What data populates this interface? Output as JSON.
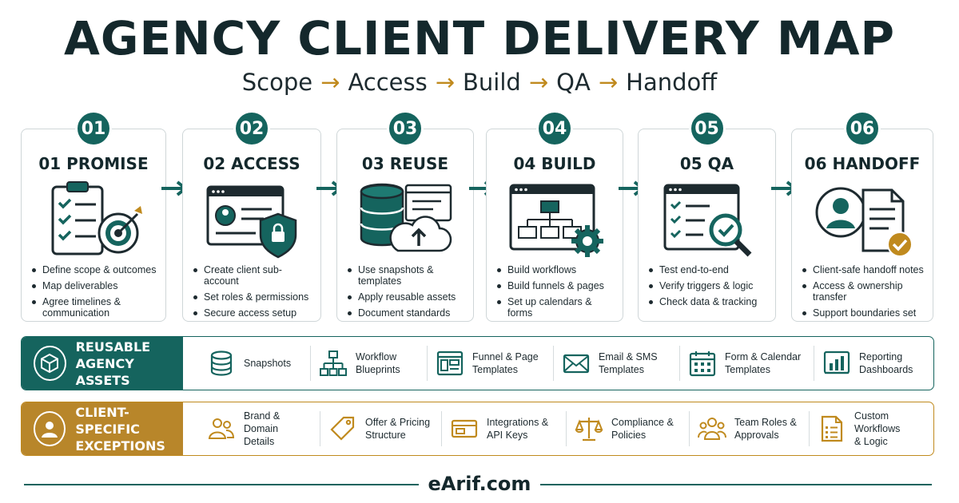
{
  "title": "AGENCY CLIENT DELIVERY MAP",
  "flow": [
    "Scope",
    "Access",
    "Build",
    "QA",
    "Handoff"
  ],
  "flow_arrow": "→",
  "steps": [
    {
      "num": "01",
      "title": "01 PROMISE",
      "bullets": [
        "Define scope & outcomes",
        "Map deliverables",
        "Agree timelines & communication"
      ]
    },
    {
      "num": "02",
      "title": "02 ACCESS",
      "bullets": [
        "Create client sub-account",
        "Set roles & permissions",
        "Secure access setup"
      ]
    },
    {
      "num": "03",
      "title": "03 REUSE",
      "bullets": [
        "Use snapshots & templates",
        "Apply reusable assets",
        "Document standards"
      ]
    },
    {
      "num": "04",
      "title": "04 BUILD",
      "bullets": [
        "Build workflows",
        "Build funnels & pages",
        "Set up calendars & forms"
      ]
    },
    {
      "num": "05",
      "title": "05 QA",
      "bullets": [
        "Test end-to-end",
        "Verify triggers & logic",
        "Check data & tracking"
      ]
    },
    {
      "num": "06",
      "title": "06 HANDOFF",
      "bullets": [
        "Client-safe handoff notes",
        "Access & ownership transfer",
        "Support boundaries set"
      ]
    }
  ],
  "reusable": {
    "heading": [
      "REUSABLE",
      "AGENCY ASSETS"
    ],
    "items": [
      {
        "label": [
          "Snapshots"
        ],
        "icon": "database-icon"
      },
      {
        "label": [
          "Workflow",
          "Blueprints"
        ],
        "icon": "hierarchy-icon"
      },
      {
        "label": [
          "Funnel & Page",
          "Templates"
        ],
        "icon": "page-template-icon"
      },
      {
        "label": [
          "Email & SMS",
          "Templates"
        ],
        "icon": "envelope-icon"
      },
      {
        "label": [
          "Form & Calendar",
          "Templates"
        ],
        "icon": "calendar-icon"
      },
      {
        "label": [
          "Reporting",
          "Dashboards"
        ],
        "icon": "bar-chart-icon"
      }
    ]
  },
  "exceptions": {
    "heading": [
      "CLIENT-SPECIFIC",
      "EXCEPTIONS"
    ],
    "items": [
      {
        "label": [
          "Brand & Domain",
          "Details"
        ],
        "icon": "people-icon"
      },
      {
        "label": [
          "Offer & Pricing",
          "Structure"
        ],
        "icon": "price-tag-icon"
      },
      {
        "label": [
          "Integrations &",
          "API Keys"
        ],
        "icon": "integration-card-icon"
      },
      {
        "label": [
          "Compliance &",
          "Policies"
        ],
        "icon": "scales-icon"
      },
      {
        "label": [
          "Team Roles &",
          "Approvals"
        ],
        "icon": "team-icon"
      },
      {
        "label": [
          "Custom Workflows",
          "& Logic"
        ],
        "icon": "document-list-icon"
      }
    ]
  },
  "footer": "eArif.com",
  "colors": {
    "teal": "#15645e",
    "gold": "#c08a1e",
    "dark": "#14282c"
  }
}
